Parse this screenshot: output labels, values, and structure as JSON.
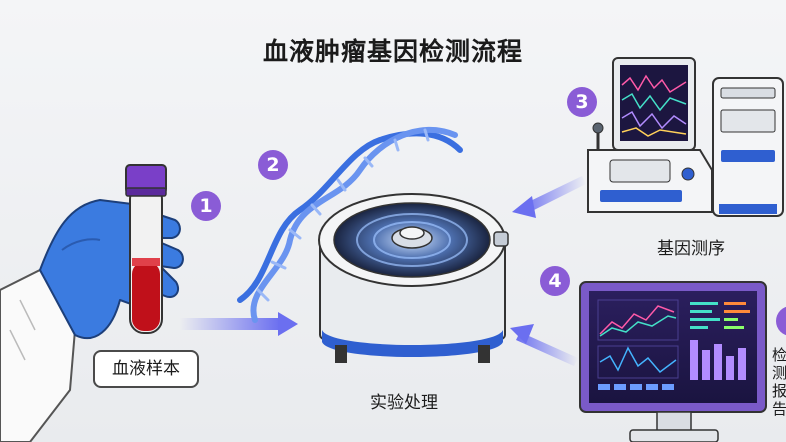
{
  "title": "血液肿瘤基因检测流程",
  "steps": [
    {
      "number": "1",
      "label": "血液样本",
      "icon": "blood-tube-icon"
    },
    {
      "number": "2",
      "label": "实验处理",
      "icon": "centrifuge-icon"
    },
    {
      "number": "3",
      "label": "基因测序",
      "icon": "sequencer-icon"
    },
    {
      "number": "4",
      "label": "检测报告",
      "icon": "monitor-report-icon"
    }
  ],
  "colors": {
    "accent": "#8a5cd6",
    "arrow": "#6b6ff0",
    "glove": "#3b7be0",
    "blood": "#c0101a",
    "dna": "#3a6fe0"
  }
}
